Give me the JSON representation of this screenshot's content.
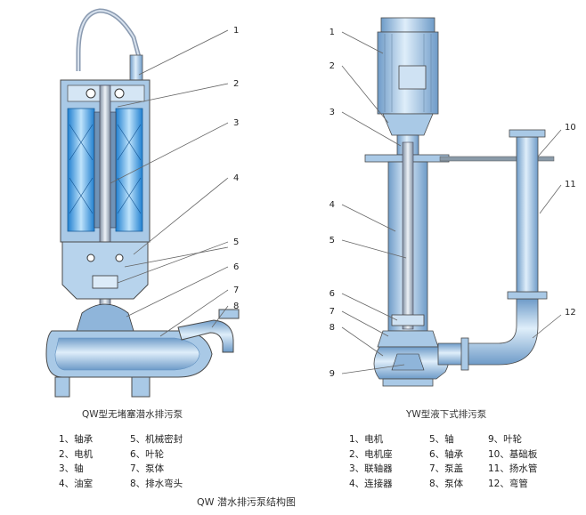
{
  "left_diagram": {
    "caption": "QW型无堵塞潜水排污泵",
    "callouts": [
      "1",
      "2",
      "3",
      "4",
      "5",
      "6",
      "7",
      "8"
    ],
    "legend": [
      [
        "1、轴承",
        "5、机械密封"
      ],
      [
        "2、电机",
        "6、叶轮"
      ],
      [
        "3、轴",
        "7、泵体"
      ],
      [
        "4、油室",
        "8、排水弯头"
      ]
    ]
  },
  "right_diagram": {
    "caption": "YW型液下式排污泵",
    "callouts": [
      "1",
      "2",
      "3",
      "4",
      "5",
      "6",
      "7",
      "8",
      "9",
      "10",
      "11",
      "12"
    ],
    "legend": [
      [
        "1、电机",
        "5、轴",
        "9、叶轮"
      ],
      [
        "2、电机座",
        "6、轴承",
        "10、基础板"
      ],
      [
        "3、联轴器",
        "7、泵盖",
        "11、扬水管"
      ],
      [
        "4、连接器",
        "8、泵体",
        "12、弯管"
      ]
    ]
  },
  "title": "QW 潜水排污泵结构图",
  "colors": {
    "body": "#a9c9e6",
    "body_dark": "#5f8fbf",
    "motor_blue": "#3aa0e6",
    "line": "#4a4a4a",
    "shaft": "#8aa0b8"
  }
}
